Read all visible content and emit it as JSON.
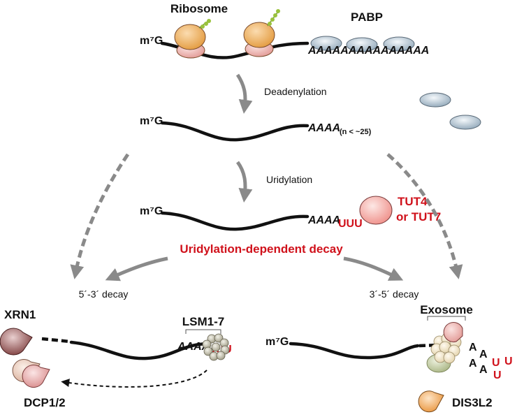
{
  "top": {
    "ribosome_label": "Ribosome",
    "pabp_label": "PABP",
    "cap_label": "m⁷G",
    "polyA": "AAAAAAAAAAAAAAA"
  },
  "step1": {
    "arrow_label": "Deadenylation",
    "cap_label": "m⁷G",
    "tail": "AAAA",
    "tail_note": "(n < ~25)"
  },
  "step2": {
    "arrow_label": "Uridylation",
    "cap_label": "m⁷G",
    "tail": "AAAA",
    "u_tail": "UUU",
    "enzyme_line1": "TUT4",
    "enzyme_line2": "or TUT7"
  },
  "central_label": "Uridylation-dependent decay",
  "left_branch": {
    "pathway_label": "5´-3´ decay",
    "xrn1_label": "XRN1",
    "lsm_label": "LSM1-7",
    "tail": "AAAA",
    "u_tail": "UUU",
    "dcp_label": "DCP1/2"
  },
  "right_branch": {
    "pathway_label": "3´-5´ decay",
    "exosome_label": "Exosome",
    "cap_label": "m⁷G",
    "released_A": [
      "A",
      "A",
      "A",
      "A"
    ],
    "released_U": [
      "U",
      "U",
      "U"
    ],
    "dis3l2_label": "DIS3L2"
  },
  "colors": {
    "ribosome": "#e8a24a",
    "ribosome_small": "#e6a3a0",
    "pabp": "#a9bccb",
    "tut": "#f3a9a5",
    "xrn1": "#8c4b4b",
    "dcp": "#e7c6b5",
    "lsm": "#b6b39f",
    "exosome": "#efe4c9",
    "dis3l2": "#eeaa5c",
    "arrow": "#8a8a8a",
    "accent_red": "#d0111b"
  }
}
